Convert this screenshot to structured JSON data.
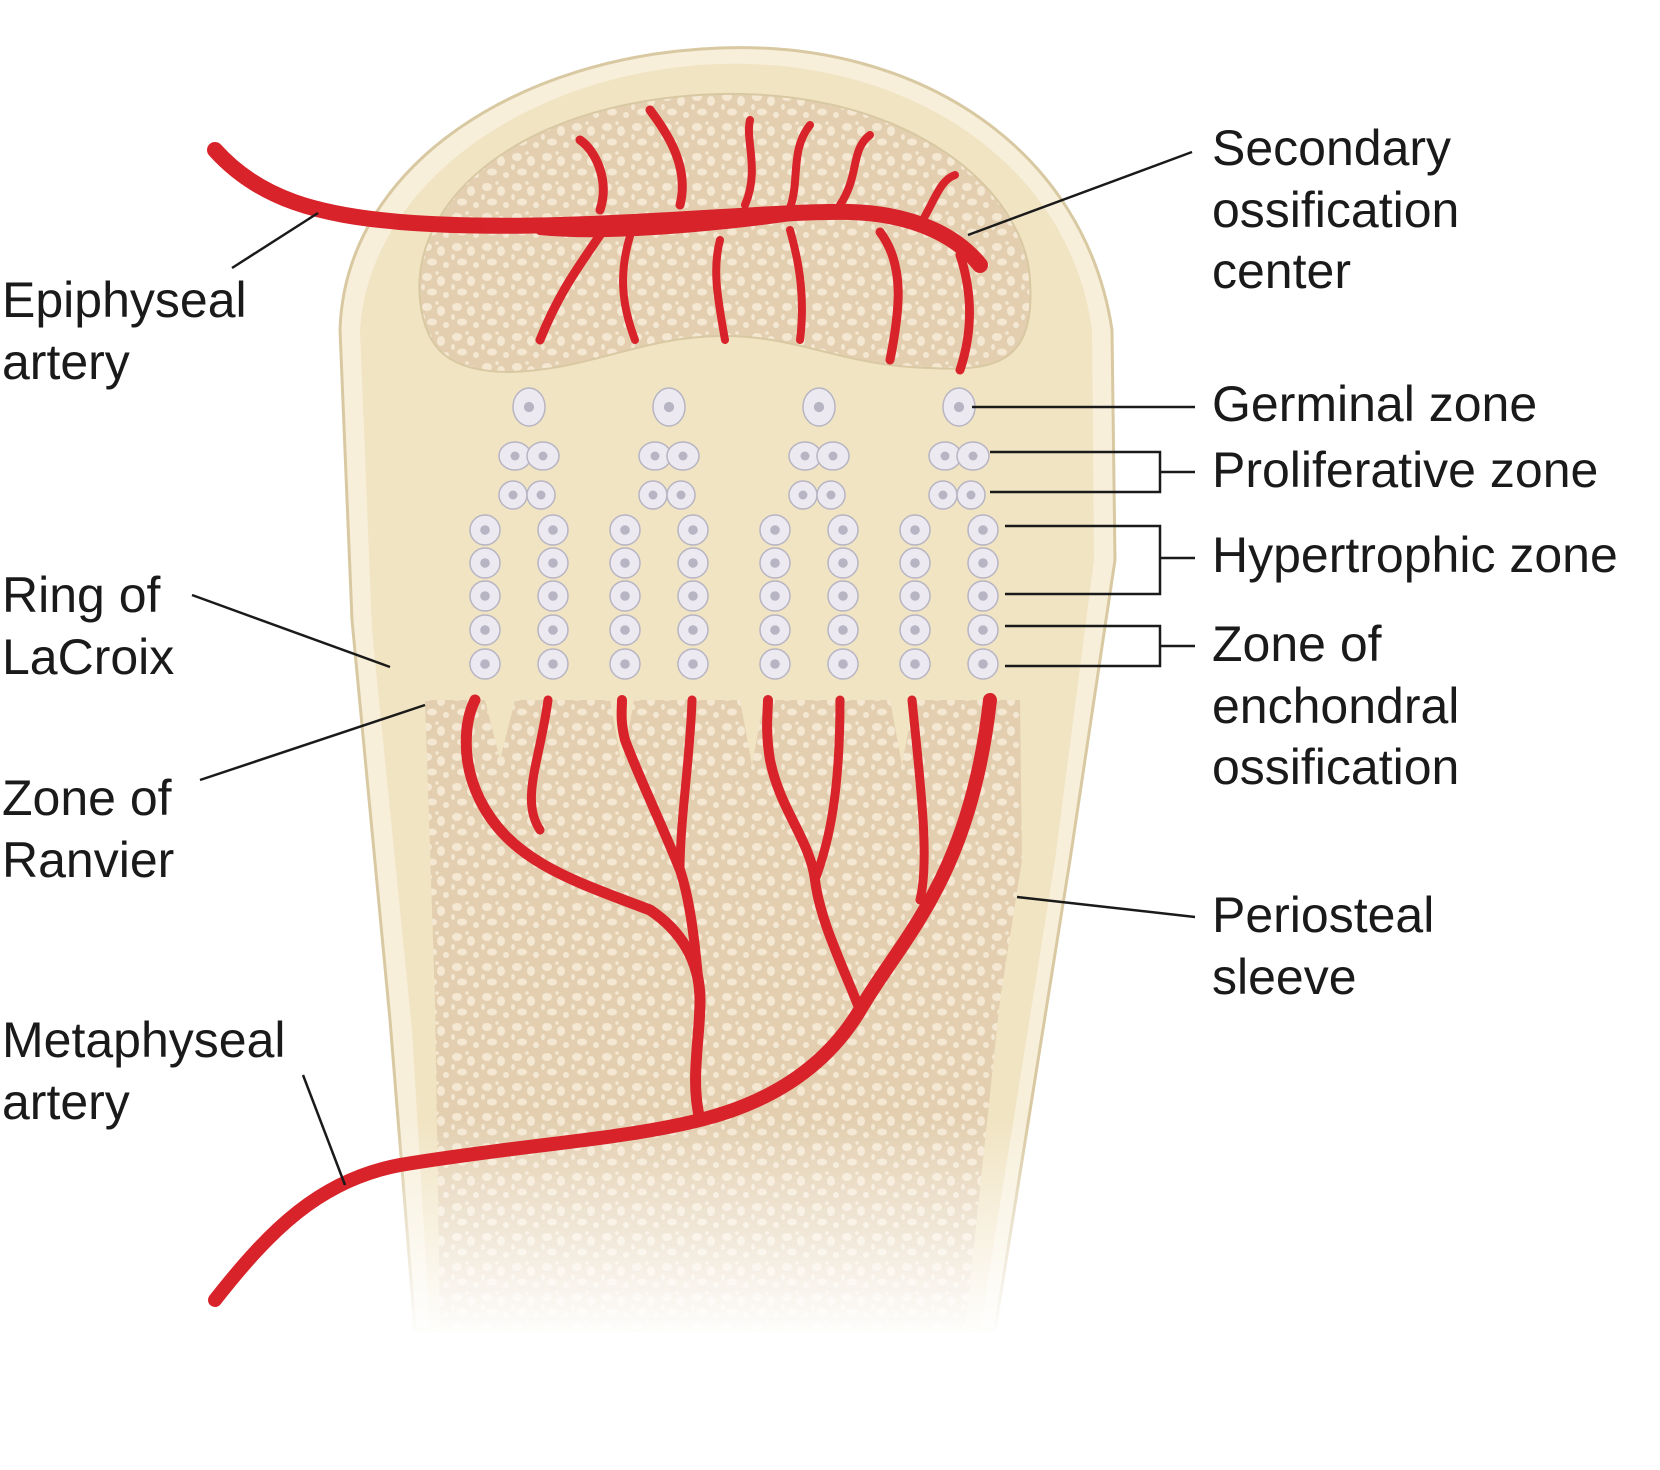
{
  "labels": {
    "epiphyseal_artery": "Epiphyseal\nartery",
    "ring_of_lacroix": "Ring of\nLaCroix",
    "zone_of_ranvier": "Zone of\nRanvier",
    "metaphyseal_artery": "Metaphyseal\nartery",
    "secondary_ossification_center": "Secondary\nossification\ncenter",
    "germinal_zone": "Germinal zone",
    "proliferative_zone": "Proliferative zone",
    "hypertrophic_zone": "Hypertrophic zone",
    "zone_of_enchondral_ossification": "Zone of\nenchondral\nossification",
    "periosteal_sleeve": "Periosteal\nsleeve"
  },
  "colors": {
    "background": "#ffffff",
    "cartilage": "#f1e4c3",
    "cartilage_edge": "#d9c9a2",
    "periosteum": "#f7efda",
    "trabecular_bone": "#e3cfb0",
    "trabecular_pore": "#f4e8d3",
    "artery": "#d8232a",
    "chondrocyte": "#eceaf0",
    "chondrocyte_nucleus": "#b7b4c3",
    "leader_line": "#1a1a1a"
  }
}
